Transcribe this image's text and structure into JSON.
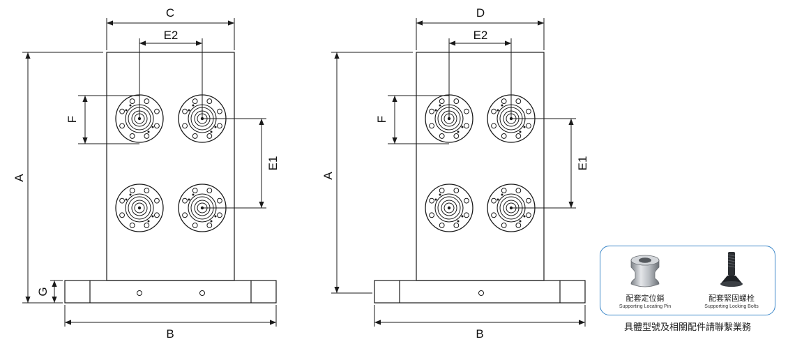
{
  "dimensions": {
    "left": {
      "top_width": "C",
      "inner": "E2",
      "height": "A",
      "bolt_span": "F",
      "vertical_spacing": "E1",
      "base_height": "G",
      "base_width": "B"
    },
    "right": {
      "top_width": "D",
      "inner": "E2",
      "height": "A",
      "bolt_span": "F",
      "vertical_spacing": "E1",
      "base_width": "B"
    }
  },
  "accessories": {
    "pin": {
      "zh": "配套定位銷",
      "en": "Supporting Locating Pin",
      "icon": "locating-pin-icon"
    },
    "bolt": {
      "zh": "配套緊固螺栓",
      "en": "Supporting Locking Bolts",
      "icon": "locking-bolt-icon"
    }
  },
  "footer": "具體型號及相關配件請聯繫業務",
  "colors": {
    "line": "#1a1a1a",
    "box_border": "#3a86c8"
  }
}
